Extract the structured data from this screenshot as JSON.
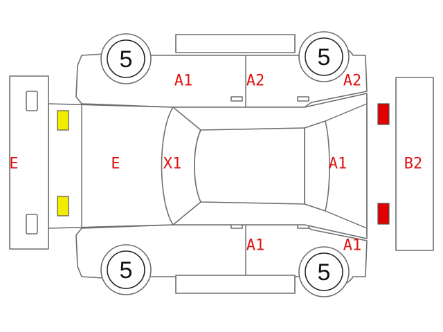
{
  "colors": {
    "outline": "#6e6e6e",
    "damage_text": "#e01010",
    "front_lamp": "#f2ec00",
    "rear_lamp": "#e00000"
  },
  "wheels": {
    "front_left": "5",
    "rear_left": "5",
    "front_right": "5",
    "rear_right": "5"
  },
  "codes": {
    "front_bumper": "E",
    "hood": "E",
    "windshield": "X1",
    "left_front_door": "A1",
    "left_rear_door": "A2",
    "left_rear_fender": "A2",
    "roof_rear": "A1",
    "rear_bumper": "B2",
    "right_rear_door": "A1",
    "right_rear_fender": "A1"
  }
}
